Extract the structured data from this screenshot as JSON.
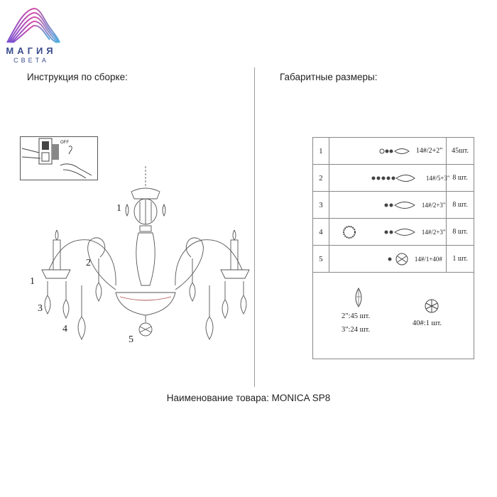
{
  "brand": {
    "name": "МАГИЯ",
    "tagline": "СВЕТА",
    "logo_icon": "wave-logo-icon"
  },
  "headings": {
    "assembly": "Инструкция по сборке:",
    "dimensions": "Габаритные размеры:"
  },
  "switch_panel": {
    "label": "OFF"
  },
  "callouts": [
    "1",
    "2",
    "1",
    "3",
    "4",
    "5"
  ],
  "parts_table": {
    "rows": [
      {
        "num": "1",
        "spec": "14#/2+2\"",
        "qty": "45шт."
      },
      {
        "num": "2",
        "spec": "14#/5+3\"",
        "qty": "8 шт."
      },
      {
        "num": "3",
        "spec": "14#/2+3\"",
        "qty": "8 шт."
      },
      {
        "num": "4",
        "spec": "14#/2+3\"",
        "qty": "8 шт."
      },
      {
        "num": "5",
        "spec": "14#/1+40#",
        "qty": "1 шт."
      }
    ],
    "summary": {
      "drop_line1": "2\":45 шт.",
      "drop_line2": "3\":24 шт.",
      "ball_line": "40#:1 шт."
    }
  },
  "product_line": "Наименование товара: MONICA SP8"
}
